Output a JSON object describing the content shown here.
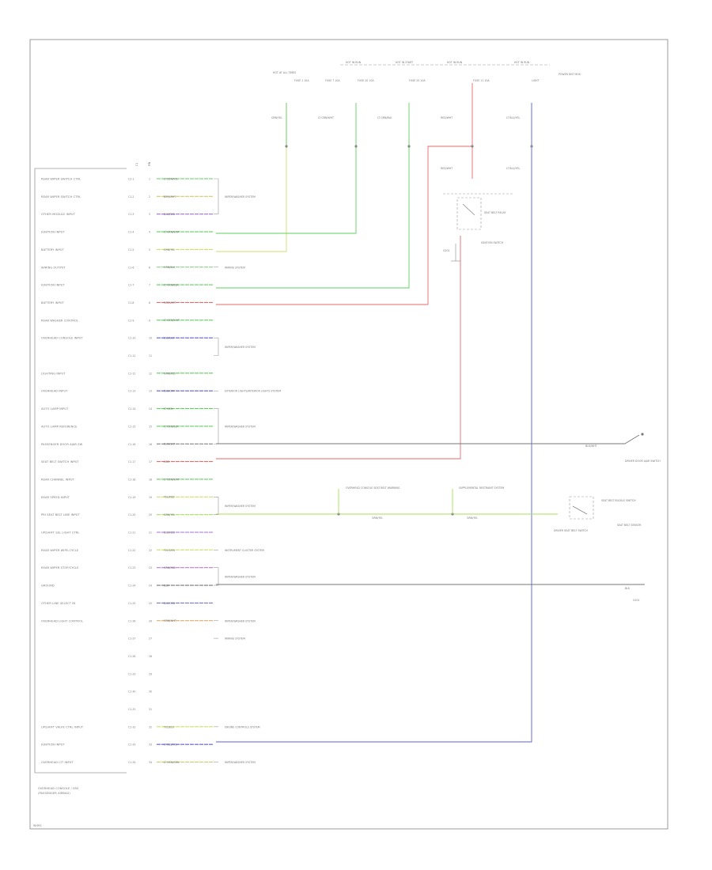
{
  "module": {
    "caption_line1": "OVERHEAD CONSOLE / SRS",
    "caption_line2": "(PASSENGER AIRBAG)"
  },
  "left_pins": [
    {
      "label": "REAR WIPER SWITCH CTRL",
      "pin": "C1-1",
      "pos": "1",
      "wire": "LT GRN/YEL",
      "color": "#5fd05f"
    },
    {
      "label": "REAR WIPER SWITCH CTRL",
      "pin": "C1-2",
      "pos": "2",
      "wire": "BRN/WHT",
      "color": "#d6c86a"
    },
    {
      "label": "OTHER MODULE INPUT",
      "pin": "C1-3",
      "pos": "3",
      "wire": "BLU/RED",
      "color": "#a36fd6"
    },
    {
      "label": "IGNITION INPUT",
      "pin": "C1-4",
      "pos": "4",
      "wire": "LT GRN/WHT",
      "color": "#5fd05f"
    },
    {
      "label": "BATTERY INPUT",
      "pin": "C1-5",
      "pos": "5",
      "wire": "GRN/YEL",
      "color": "#cfe06a"
    },
    {
      "label": "WIRING OUTPUT",
      "pin": "C1-6",
      "pos": "6",
      "wire": "ORN/BLK",
      "color": "#7ad07a"
    },
    {
      "label": "IGNITION INPUT",
      "pin": "C1-7",
      "pos": "7",
      "wire": "LT GRN/BLK",
      "color": "#5fd05f"
    },
    {
      "label": "BATTERY INPUT",
      "pin": "C1-8",
      "pos": "8",
      "wire": "RED/WHT",
      "color": "#e86a6a"
    },
    {
      "label": "REAR WASHER CONTROL",
      "pin": "C1-9",
      "pos": "9",
      "wire": "LT GRN/WHT",
      "color": "#5fd05f"
    },
    {
      "label": "OVERHEAD CONSOLE INPUT",
      "pin": "C1-10",
      "pos": "10",
      "wire": "BLU/BLK",
      "color": "#5f5fd6"
    },
    {
      "label": "",
      "pin": "C1-11",
      "pos": "11",
      "wire": "",
      "color": ""
    },
    {
      "label": "LIGHTING INPUT",
      "pin": "C1-12",
      "pos": "12",
      "wire": "GRN/RED",
      "color": "#5fd05f"
    },
    {
      "label": "OVERHEAD INPUT",
      "pin": "C1-13",
      "pos": "13",
      "wire": "BLU/GRY",
      "color": "#5f5fd6"
    },
    {
      "label": "AUTO LAMP INPUT",
      "pin": "C1-14",
      "pos": "14",
      "wire": "LT GRN",
      "color": "#5fd05f"
    },
    {
      "label": "AUTO LAMP REFERENCE",
      "pin": "C1-15",
      "pos": "15",
      "wire": "LT GRN/BLK",
      "color": "#5fd05f"
    },
    {
      "label": "PASSENGER DOOR AJAR SW",
      "pin": "C1-16",
      "pos": "16",
      "wire": "BLK/WHT",
      "color": "#777777"
    },
    {
      "label": "SEAT BELT SWITCH INPUT",
      "pin": "C1-17",
      "pos": "17",
      "wire": "RED",
      "color": "#e86a6a"
    },
    {
      "label": "REAR CHANNEL INPUT",
      "pin": "C1-18",
      "pos": "18",
      "wire": "LT GRN/WHT",
      "color": "#5fd05f"
    },
    {
      "label": "REAR SPEED INPUT",
      "pin": "C1-19",
      "pos": "19",
      "wire": "YEL/RED",
      "color": "#cfe06a"
    },
    {
      "label": "PRI SEAT BELT LINE INPUT",
      "pin": "C1-20",
      "pos": "20",
      "wire": "GRN/YEL",
      "color": "#a5e05a"
    },
    {
      "label": "UP/SHIFT SEL LIGHT CTRL",
      "pin": "C1-21",
      "pos": "21",
      "wire": "BLU/RED",
      "color": "#a36fd6"
    },
    {
      "label": "REAR WIPER WIPE-CYCLE",
      "pin": "C1-22",
      "pos": "22",
      "wire": "YEL/GRN",
      "color": "#cfe06a"
    },
    {
      "label": "REAR WIPER STOP/CYCLE",
      "pin": "C1-23",
      "pos": "23",
      "wire": "ORN/RED",
      "color": "#c07ad6"
    },
    {
      "label": "GROUND",
      "pin": "C1-24",
      "pos": "24",
      "wire": "BLK",
      "color": "#777777"
    },
    {
      "label": "OTHER LINE SELECT IN",
      "pin": "C1-25",
      "pos": "25",
      "wire": "BLU/GRN",
      "color": "#7a7ad6"
    },
    {
      "label": "OVERHEAD LIGHT CONTROL",
      "pin": "C1-26",
      "pos": "26",
      "wire": "ORN/WHT",
      "color": "#d9a05a"
    },
    {
      "label": "",
      "pin": "C1-27",
      "pos": "27",
      "wire": "",
      "color": ""
    },
    {
      "label": "",
      "pin": "C1-28",
      "pos": "28",
      "wire": "",
      "color": ""
    },
    {
      "label": "",
      "pin": "C1-29",
      "pos": "29",
      "wire": "",
      "color": ""
    },
    {
      "label": "",
      "pin": "C1-30",
      "pos": "30",
      "wire": "",
      "color": ""
    },
    {
      "label": "",
      "pin": "C1-31",
      "pos": "31",
      "wire": "",
      "color": ""
    },
    {
      "label": "UP/SHIFT VALVE CTRL INPUT",
      "pin": "C1-32",
      "pos": "32",
      "wire": "YEL/BLU",
      "color": "#cfe06a"
    },
    {
      "label": "IGNITION INPUT",
      "pin": "C1-33",
      "pos": "33",
      "wire": "LT BLU/YEL",
      "color": "#5f5fd6"
    },
    {
      "label": "OVERHEAD CIT INPUT",
      "pin": "C1-34",
      "pos": "34",
      "wire": "LT GRN/ORN",
      "color": "#c8d06a"
    }
  ],
  "groups": [
    "WIPER/WASHER SYSTEM",
    "WIRING SYSTEM",
    "WIPER/WASHER SYSTEM",
    "EXTERIOR LIGHTS/INTERIOR LIGHTS SYSTEM",
    "WIPER/WASHER SYSTEM",
    "WIPER/WASHER SYSTEM",
    "INSTRUMENT CLUSTER SYSTEM",
    "WIPER/WASHER SYSTEM",
    "WIPER/WASHER SYSTEM",
    "WIRING SYSTEM",
    "ENGINE CONTROLS SYSTEM",
    "WIPER/WASHER SYSTEM"
  ],
  "fuse_panel": {
    "title_a": "HOT AT ALL TIMES",
    "title_b": "HOT IN RUN",
    "title_c": "HOT IN START",
    "title_d": "HOT IN RUN",
    "title_e": "HOT IN RUN",
    "fuses": [
      {
        "label": "FUSE 1 10A",
        "wire": "GRN/YEL"
      },
      {
        "label": "FUSE 7 10A",
        "wire": "LT GRN/WHT"
      },
      {
        "label": "FUSE 20 10A",
        "wire": "LT GRN/BLK"
      },
      {
        "label": "FUSE 25 10A",
        "wire": "RED/WHT"
      },
      {
        "label": "FUSE 11 10A",
        "wire": "LT BLU/YEL"
      }
    ],
    "side": "POWER DIST BOX"
  },
  "components": {
    "relay": "SEAT BELT RELAY",
    "switch": "IGNITION SWITCH",
    "door_switch": "DRIVER DOOR AJAR SWITCH",
    "seat_belt_switch": "DRIVER SEAT BELT SWITCH",
    "buckle_sw": "SEAT BELT BUCKLE SWITCH",
    "belt_sensor": "SEAT BELT SENSOR",
    "splice_a": "OVERHEAD CONSOLE SEAT BELT WARNING",
    "splice_b": "SUPPLEMENTAL RESTRAINT SYSTEM",
    "ground_label": "G201",
    "bottom_note": "W/SRS"
  }
}
